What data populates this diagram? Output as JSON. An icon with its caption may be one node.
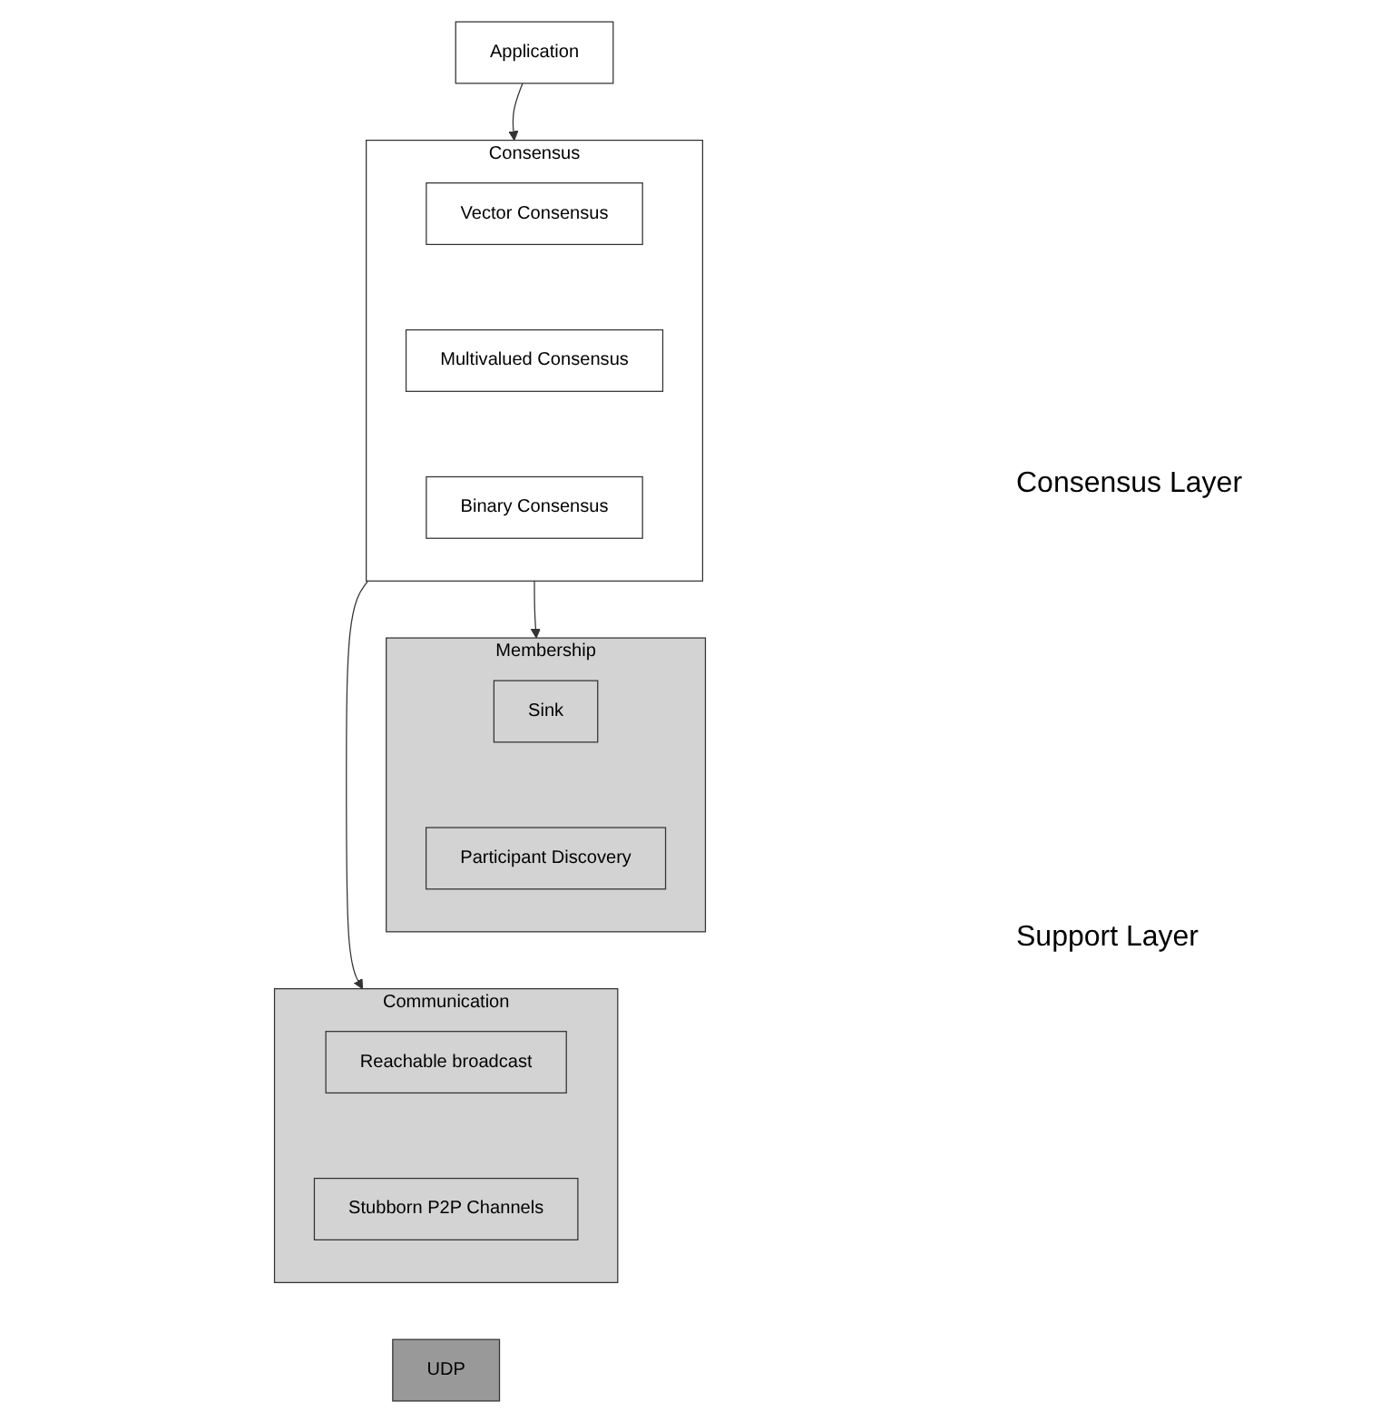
{
  "diagram": {
    "nodes": [
      {
        "text": [
          "Application"
        ]
      },
      {
        "text": [
          "Consensus"
        ]
      },
      {
        "text": [
          "Vector Consensus"
        ],
        "in": 1
      },
      {
        "text": [
          "Multivalued Consensus"
        ],
        "in": 1
      },
      {
        "text": [
          "Binary Consensus"
        ],
        "in": 1
      },
      {
        "text": [
          "Membership"
        ]
      },
      {
        "text": [
          "Sink"
        ],
        "in": 5
      },
      {
        "text": [
          "Participant Discovery"
        ],
        "in": 5
      },
      {
        "text": [
          "Communication"
        ]
      },
      {
        "text": [
          "Reachable broadcast"
        ],
        "in": 8
      },
      {
        "text": [
          "Stubborn P2P Channels"
        ],
        "in": 8
      },
      {
        "text": [
          "UDP"
        ]
      }
    ],
    "edges": [
      {
        "from": 0,
        "to": 1,
        "arrow": "to"
      },
      {
        "from": 1,
        "to": 5,
        "arrow": "to"
      },
      {
        "from": 1,
        "to": 8,
        "arrow": "to"
      }
    ],
    "labels": [
      "Consensus Layer",
      "Support Layer"
    ]
  }
}
